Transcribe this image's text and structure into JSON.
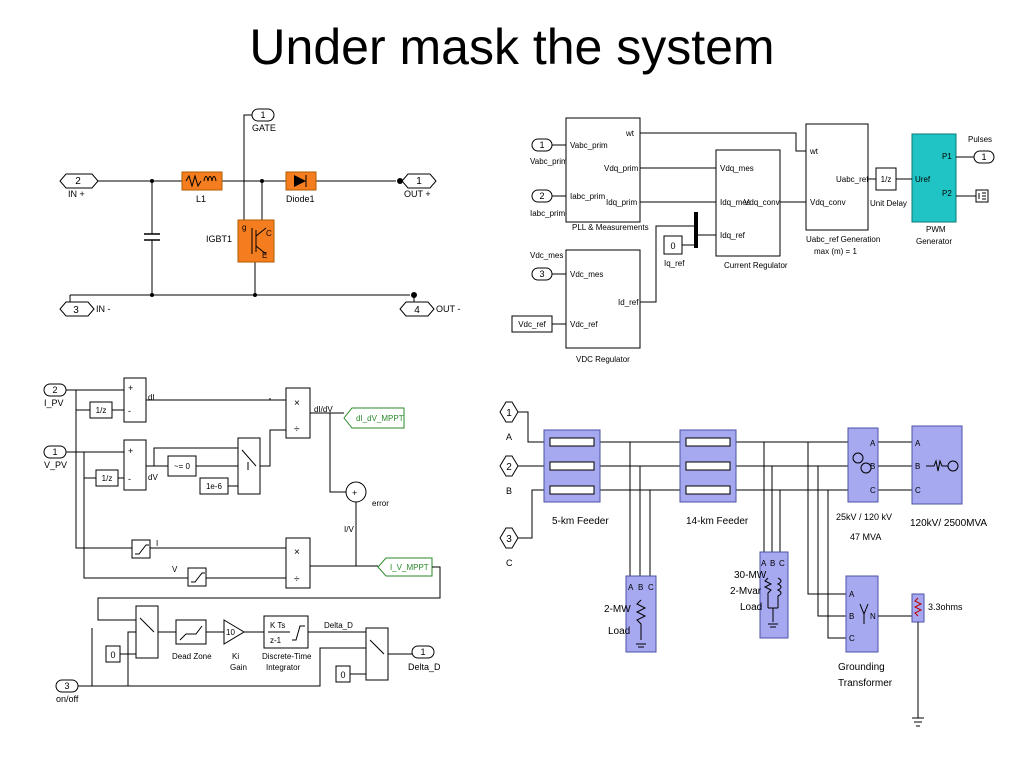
{
  "slide": {
    "title": "Under mask the system"
  },
  "boost": {
    "in_plus_num": "2",
    "in_plus": "IN +",
    "in_minus_num": "3",
    "in_minus": "IN -",
    "out_plus_num": "1",
    "out_plus": "OUT +",
    "out_minus_num": "4",
    "out_minus": "OUT -",
    "gate_num": "1",
    "gate": "GATE",
    "inductor": "L1",
    "diode": "Diode1",
    "igbt": "IGBT1",
    "igbt_pins": [
      "g",
      "C",
      "E"
    ],
    "colors": {
      "component": "#f47d20",
      "border": "#b35a00"
    }
  },
  "control": {
    "in1_num": "1",
    "in1": "Vabc_prim",
    "in2_num": "2",
    "in2": "Iabc_prim",
    "in3_num": "3",
    "in3": "Vdc_mes",
    "in3_label": "Vdc_mes",
    "vdc_ref": "Vdc_ref",
    "pll": {
      "name": "PLL & Measurements",
      "in1": "Vabc_prim",
      "in2": "Iabc_prim",
      "wt": "wt",
      "vdq": "Vdq_prim",
      "idq": "Idq_prim"
    },
    "vdc_reg": {
      "name": "VDC Regulator",
      "in1": "Vdc_mes",
      "in2": "Vdc_ref",
      "out": "Id_ref"
    },
    "iq_ref_value": "0",
    "iq_ref": "Iq_ref",
    "cur_reg": {
      "name": "Current Regulator",
      "in1": "Vdq_mes",
      "in2": "Idq_mes",
      "in3": "Idq_ref",
      "out": "Vdq_conv"
    },
    "uabc": {
      "name1": "Uabc_ref Generation",
      "name2": "max (m) = 1",
      "in1": "wt",
      "in2": "Vdq_conv",
      "out": "Uabc_ref"
    },
    "unit_delay": {
      "symbol": "1/z",
      "name": "Unit Delay"
    },
    "pwm": {
      "name1": "PWM",
      "name2": "Generator",
      "in": "Uref",
      "p1": "P1",
      "p2": "P2"
    },
    "out_num": "1",
    "out": "Pulses",
    "colors": {
      "pwm": "#20c4c4"
    }
  },
  "mppt": {
    "in_ipv_num": "2",
    "in_ipv": "I_PV",
    "in_vpv_num": "1",
    "in_vpv": "V_PV",
    "in_onoff_num": "3",
    "in_onoff": "on/off",
    "out_num": "1",
    "out": "Delta_D",
    "delay": "1/z",
    "dI": "dI",
    "dV": "dV",
    "dIdV": "dI/dV",
    "compare": "~= 0",
    "eps": "1e-6",
    "goto1": "dI_dV_MPPT",
    "goto2": "I_V_MPPT",
    "error": "error",
    "IV": "I/V",
    "I": "I",
    "V": "V",
    "const0": "0",
    "dead_zone": "Dead Zone",
    "gain_value": "10",
    "gain_name1": "Ki",
    "gain_name2": "Gain",
    "integrator_num": "K Ts",
    "integrator_den": "z-1",
    "integrator_name1": "Discrete-Time",
    "integrator_name2": "Integrator",
    "delta_label": "Delta_D",
    "colors": {
      "goto": "#2a8a2a"
    }
  },
  "grid": {
    "in_a_num": "1",
    "in_a": "A",
    "in_b_num": "2",
    "in_b": "B",
    "in_c_num": "3",
    "in_c": "C",
    "feeder1": "5-km Feeder",
    "feeder2": "14-km Feeder",
    "xfmr1": "25kV / 120 kV",
    "xfmr2": "47 MVA",
    "source": "120kV/ 2500MVA",
    "load1_1": "2-MW",
    "load1_2": "Load",
    "load2_1": "30-MW",
    "load2_2": "2-Mvar",
    "load2_3": "Load",
    "grounding1": "Grounding",
    "grounding2": "Transformer",
    "resistor": "3.3ohms",
    "abc": [
      "A",
      "B",
      "C"
    ],
    "neutral": "N",
    "colors": {
      "component": "#a6a8f0",
      "border": "#4e50a8"
    }
  }
}
